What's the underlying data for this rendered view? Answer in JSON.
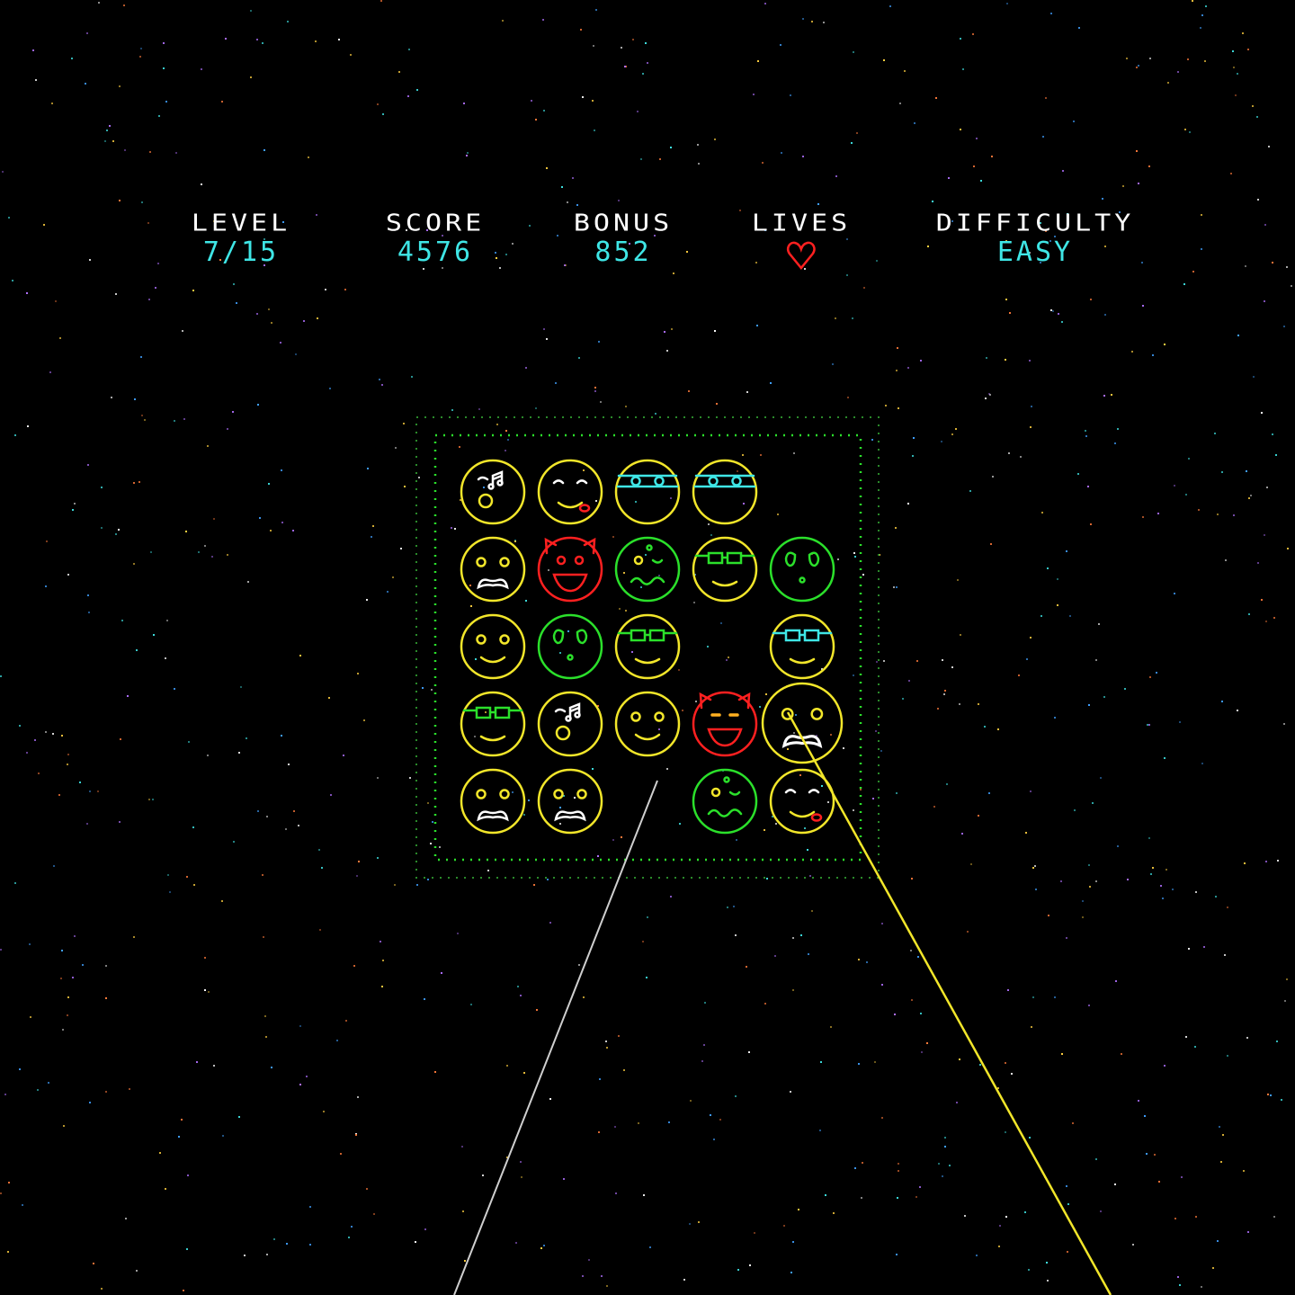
{
  "hud": {
    "level": {
      "label": "LEVEL",
      "value": "7/15"
    },
    "score": {
      "label": "SCORE",
      "value": "4576"
    },
    "bonus": {
      "label": "BONUS",
      "value": "852"
    },
    "lives": {
      "label": "LIVES",
      "count": 1,
      "icon": "heart-icon"
    },
    "difficulty": {
      "label": "DIFFICULTY",
      "value": "EASY"
    }
  },
  "colors": {
    "label": "#ffffff",
    "value": "#3fe6e6",
    "heart": "#ff2020",
    "yellow": "#f2e62a",
    "green": "#2be02b",
    "red": "#ff2020",
    "cyan": "#3fe6e6"
  },
  "grid": {
    "rows": [
      [
        "singing",
        "tongue",
        "ninja",
        "ninja",
        null
      ],
      [
        "mustache",
        "devil",
        "sick",
        "glasses-green",
        "alien"
      ],
      [
        "smile",
        "alien",
        "glasses-green",
        null,
        "glasses-cyan"
      ],
      [
        "glasses-green",
        "singing",
        "smile",
        "devil-angry",
        "mustache"
      ],
      [
        "mustache",
        "mustache",
        null,
        "sick",
        "tongue"
      ]
    ],
    "selected": [
      3,
      4
    ]
  }
}
